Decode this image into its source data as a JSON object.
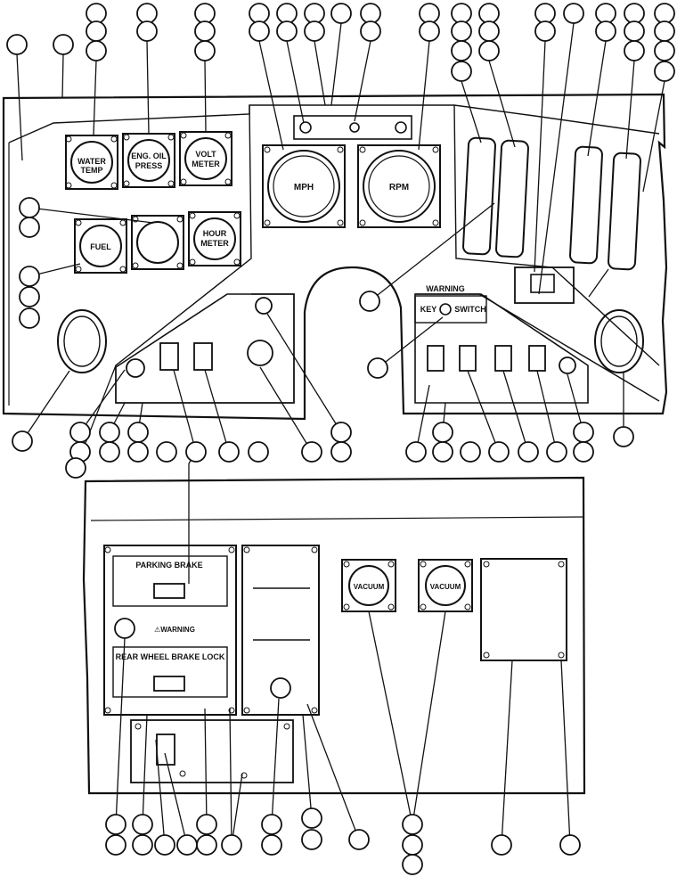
{
  "colors": {
    "ink": "#111111",
    "paper": "#ffffff"
  },
  "labels": {
    "water_temp": [
      "WATER",
      "TEMP"
    ],
    "eng_oil_press": [
      "ENG. OIL",
      "PRESS"
    ],
    "volt_meter": [
      "VOLT",
      "METER"
    ],
    "fuel": "FUEL",
    "hour_meter": [
      "HOUR",
      "METER"
    ],
    "mph": "MPH",
    "rpm": "RPM",
    "warning_top": "WARNING",
    "key_switch_left": "KEY",
    "key_switch_right": "SWITCH",
    "parking_brake": "PARKING BRAKE",
    "warning_small": "⚠WARNING",
    "rear_wheel_brake_lock": "REAR WHEEL BRAKE LOCK",
    "vacuum_left": "VACUUM",
    "vacuum_right": "VACUUM"
  },
  "icons": [
    "callout-circle-icon",
    "screw-head-icon",
    "air-vent-icon",
    "toggle-knob-icon",
    "rocker-switch-icon",
    "warning-triangle-icon",
    "wiper-icon",
    "headlight-icon"
  ]
}
